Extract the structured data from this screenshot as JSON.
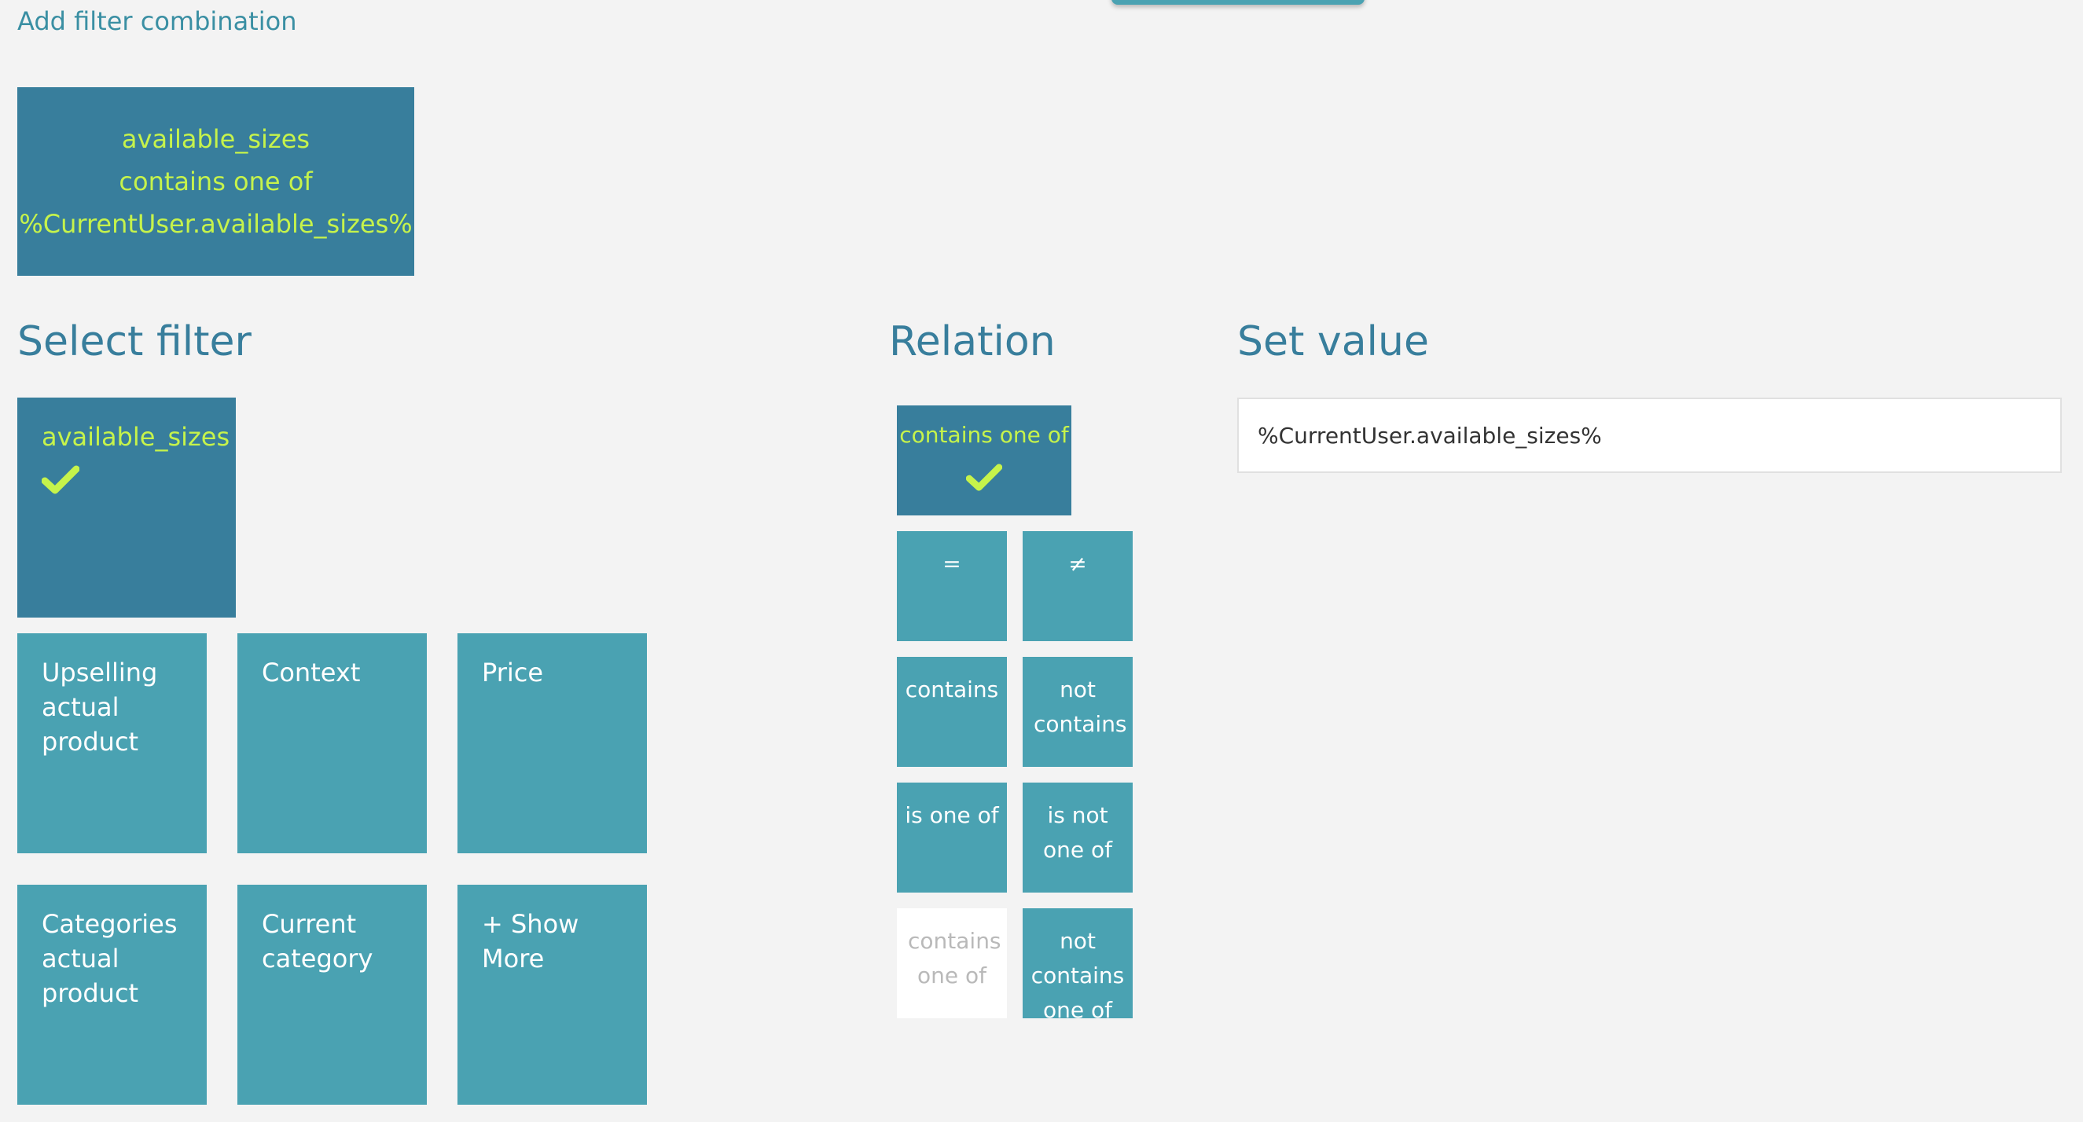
{
  "header": {
    "add_filter_combination": "Add filter combination"
  },
  "summary": {
    "line1": "available_sizes",
    "line2": "contains one of",
    "line3": "%CurrentUser.available_sizes%"
  },
  "select_filter": {
    "heading": "Select filter",
    "selected": "available_sizes",
    "tiles": [
      "Upselling actual product",
      "Context",
      "Price",
      "Categories actual product",
      "Current category",
      "+ Show More"
    ]
  },
  "relation": {
    "heading": "Relation",
    "selected": "contains one of",
    "options": [
      "=",
      "≠",
      "contains",
      "not contains",
      "is one of",
      "is not one of",
      "contains one of",
      "not contains one of"
    ]
  },
  "set_value": {
    "heading": "Set value",
    "value": "%CurrentUser.available_sizes%"
  },
  "colors": {
    "background": "#f3f3f3",
    "tile": "#4aa2b2",
    "tile_selected": "#387e9c",
    "accent_text": "#c6f34b",
    "heading": "#387e9c"
  },
  "icons": {
    "selected_marker": "check-icon"
  }
}
